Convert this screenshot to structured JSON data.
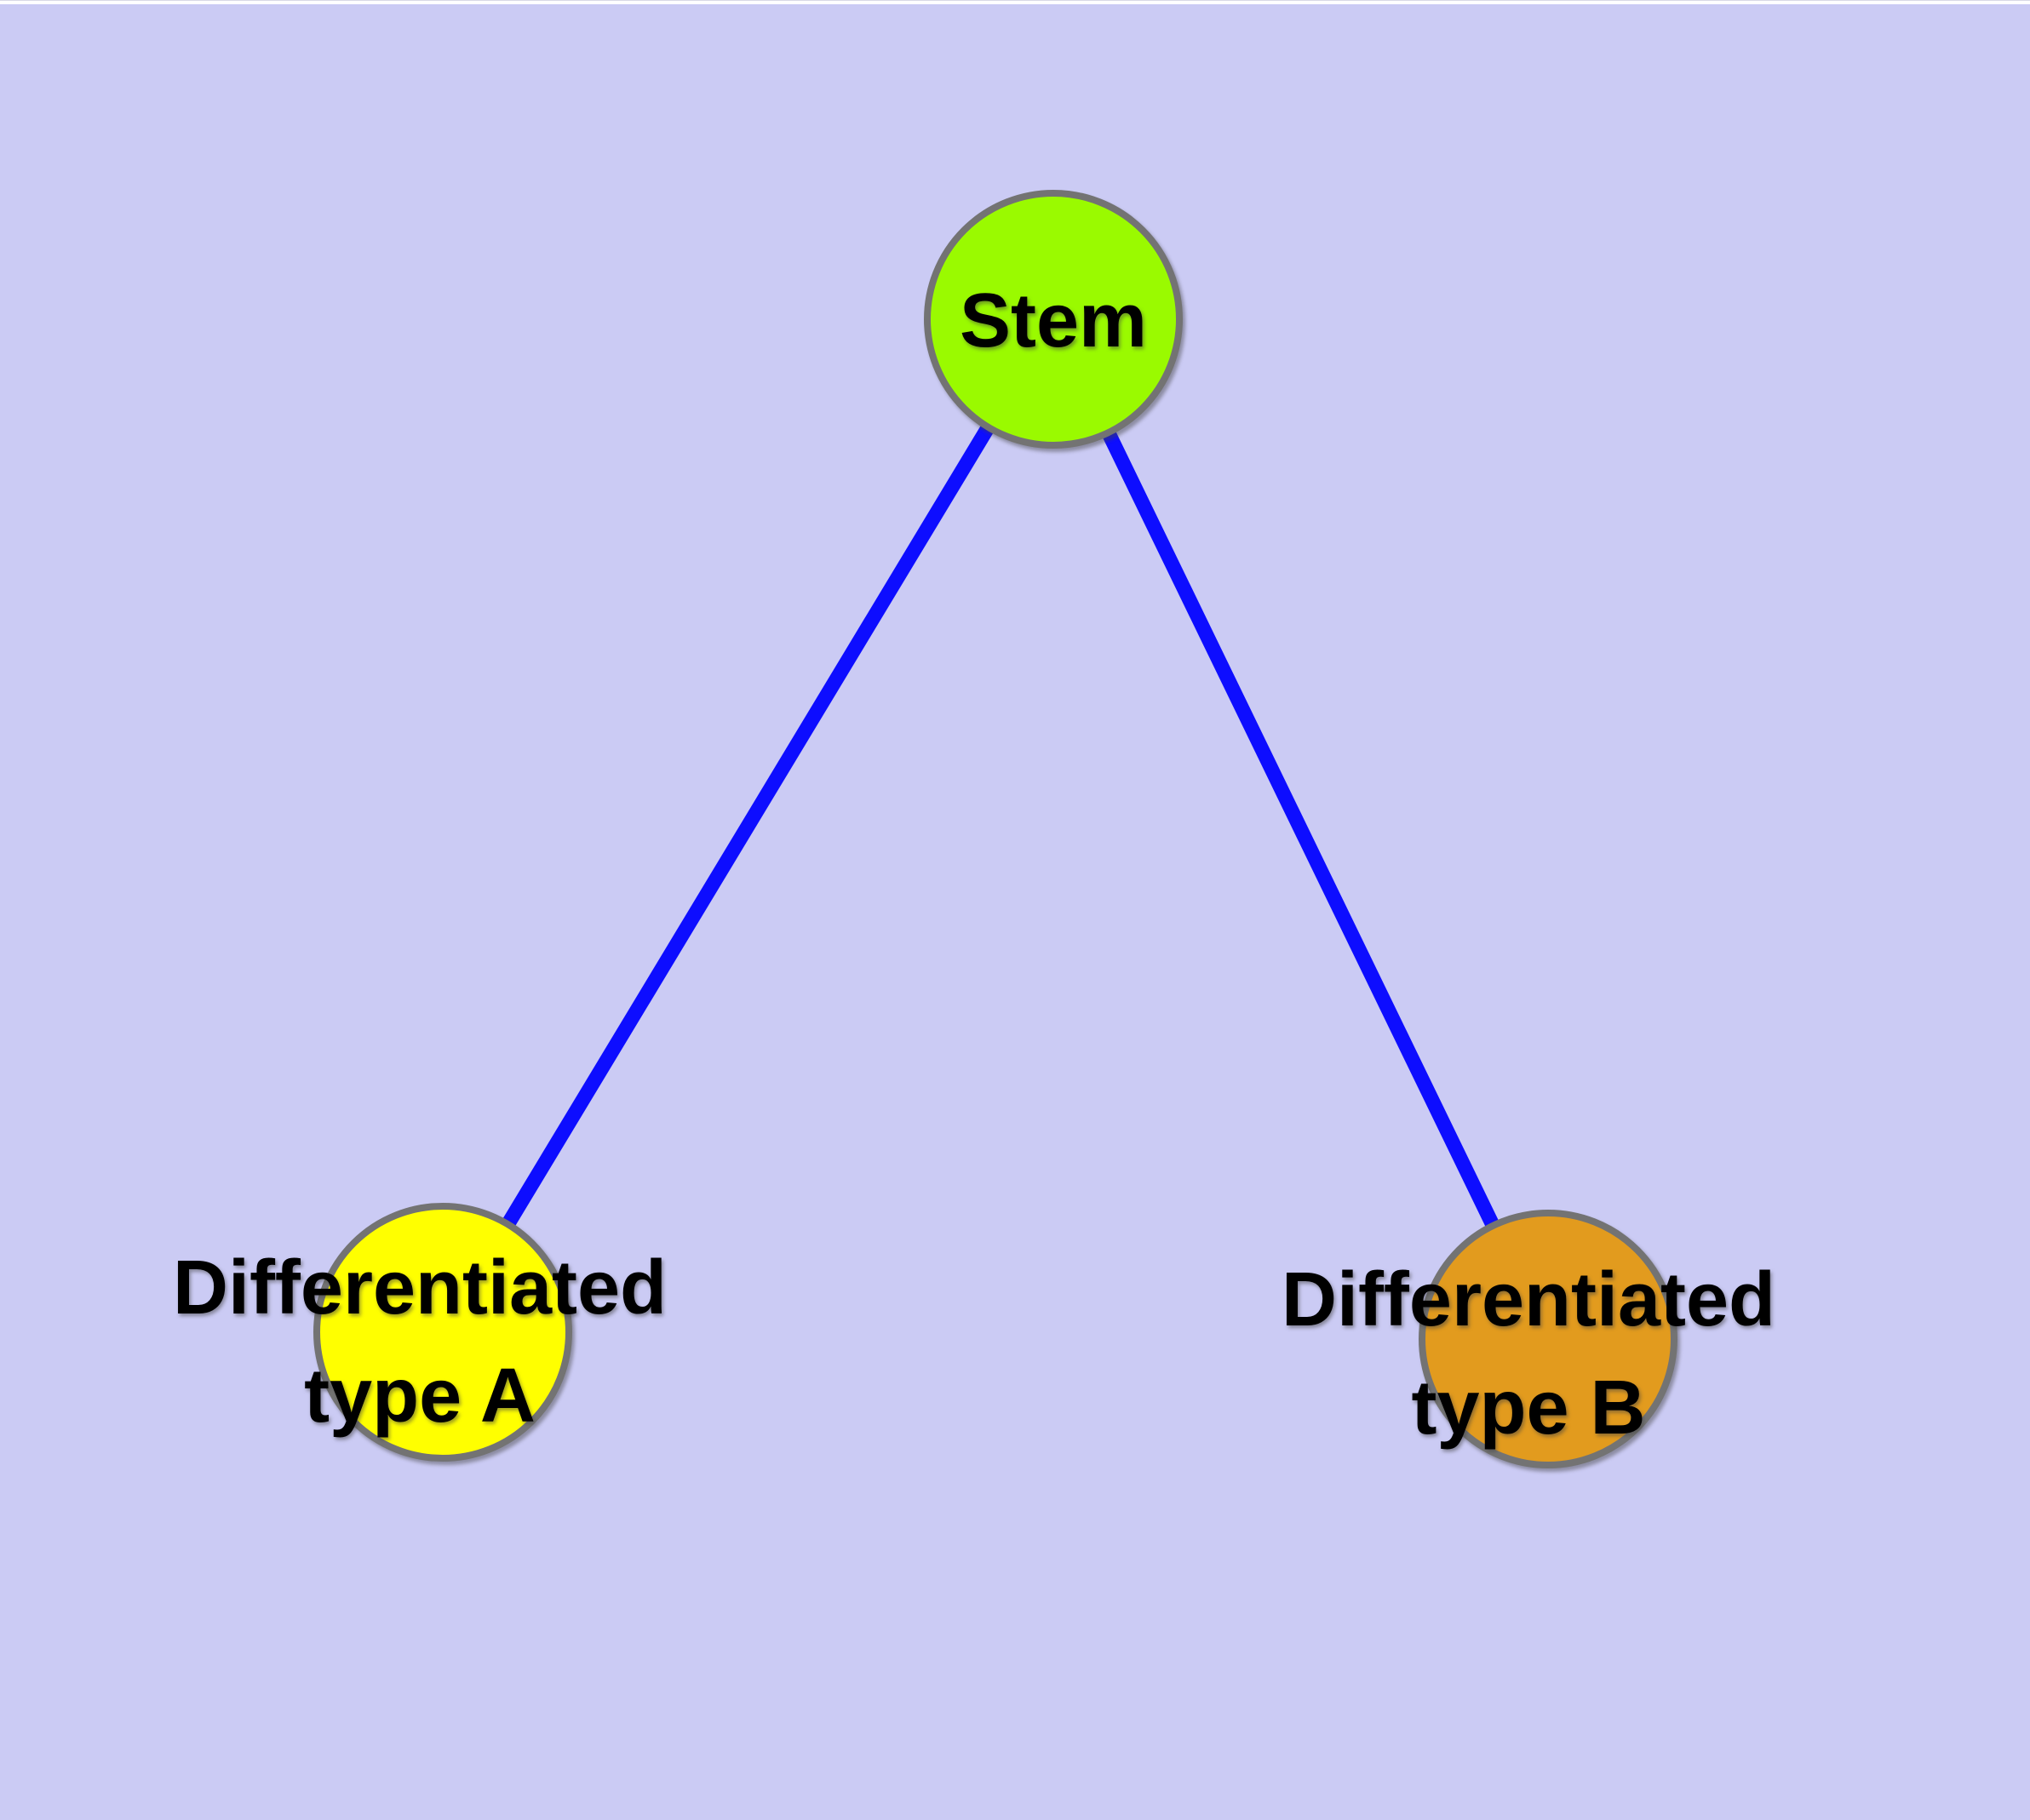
{
  "canvas": {
    "background_color": "#CBCBF4",
    "edge_color": "#0D0DFF",
    "node_border_color": "#737373",
    "label_color": "#000000"
  },
  "nodes": [
    {
      "id": "stem",
      "label_lines": [
        "Stem"
      ],
      "fill": "#9AFA00"
    },
    {
      "id": "differentiated-type-a",
      "label_lines": [
        "Differentiated",
        "type A"
      ],
      "fill": "#FFFF00"
    },
    {
      "id": "differentiated-type-b",
      "label_lines": [
        "Differentiated",
        "type B"
      ],
      "fill": "#E29B1E"
    }
  ],
  "edges": [
    {
      "id": "stem-to-type-a",
      "from": "stem",
      "to": "differentiated-type-a"
    },
    {
      "id": "stem-to-type-b",
      "from": "stem",
      "to": "differentiated-type-b"
    }
  ]
}
